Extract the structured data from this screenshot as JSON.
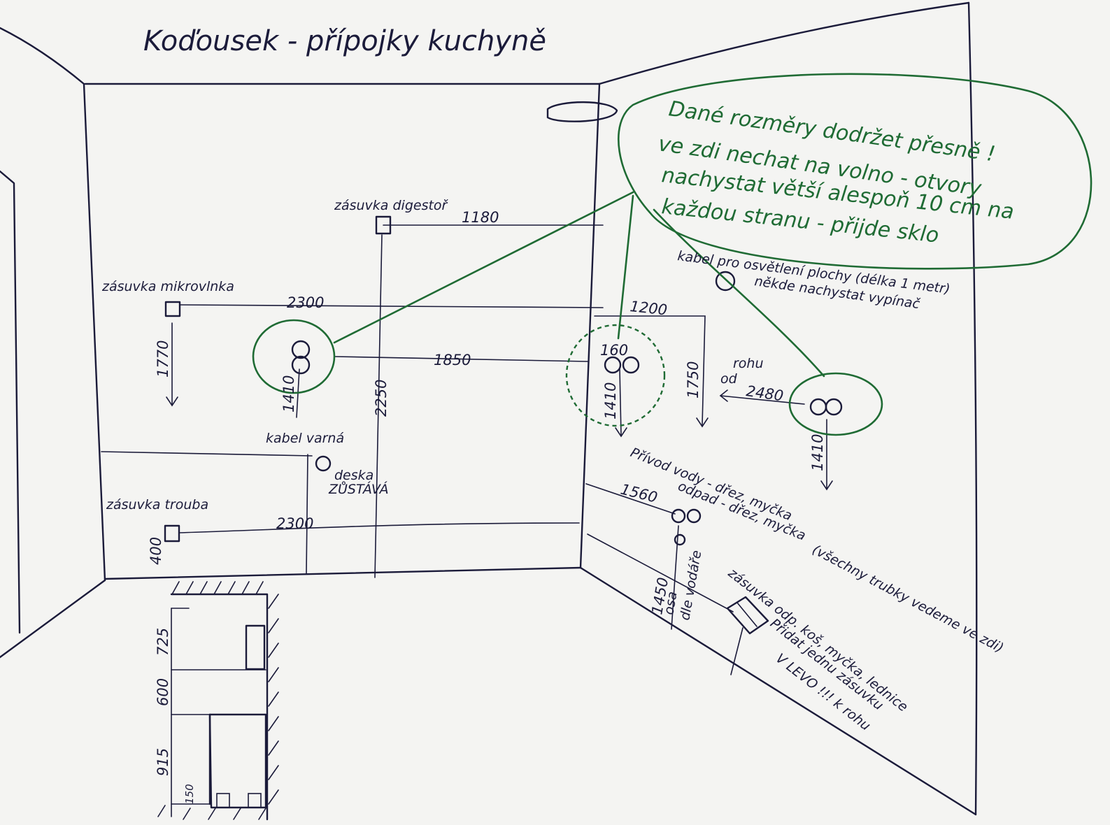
{
  "title": "Koďousek - přípojky kuchyně",
  "note": {
    "line1": "Dané rozměry dodržet přesně !",
    "line2": "ve zdi nechat na volno - otvory",
    "line3": "nachystat větší alespoň 10 cm na",
    "line4": "každou stranu - přijde sklo"
  },
  "labels": {
    "outlet_hood": "zásuvka digestoř",
    "outlet_microwave": "zásuvka mikrovlnka",
    "cable_hob_1": "kabel varná",
    "cable_hob_2": "deska",
    "cable_hob_3": "ZŮSTÁVÁ",
    "outlet_oven": "zásuvka trouba",
    "light_cable_1": "kabel pro osvětlení plochy (délka 1 metr)",
    "light_cable_2": "někde nachystat vypínač",
    "corner_1": "rohu",
    "corner_2": "od",
    "water_1": "Přívod vody - dřez, myčka",
    "water_2": "odpad - dřez, myčka",
    "pipes_note": "(všechny trubky vedeme ve zdi)",
    "sink_axis_1": "osa",
    "sink_axis_2": "dle vodáře",
    "outlet_fridge_1": "zásuvka odp. koš, myčka, lednice",
    "outlet_fridge_2": "Přidat jednu zásuvku",
    "outlet_fridge_3": "V LEVO !!! k rohu"
  },
  "dimensions": {
    "hood_offset": "1180",
    "hood_height": "2250",
    "microwave_offset": "2300",
    "microwave_height": "1770",
    "light_offset": "1200",
    "light_height": "1750",
    "pipe_a_offset": "1850",
    "pipe_a_height": "1410",
    "pipe_b_spacing": "160",
    "pipe_b_height": "1410",
    "pipe_c_from_corner": "2480",
    "pipe_c_height": "1410",
    "oven_offset": "2300",
    "oven_height": "400",
    "water_offset": "1560",
    "sink_axis": "1450",
    "floor_dim_1": "725",
    "floor_dim_2": "600",
    "floor_dim_3": "915",
    "floor_dim_4": "150"
  },
  "colors": {
    "ink": "#1b1b3a",
    "note_ink": "#1f6b34",
    "paper": "#f4f4f2"
  }
}
